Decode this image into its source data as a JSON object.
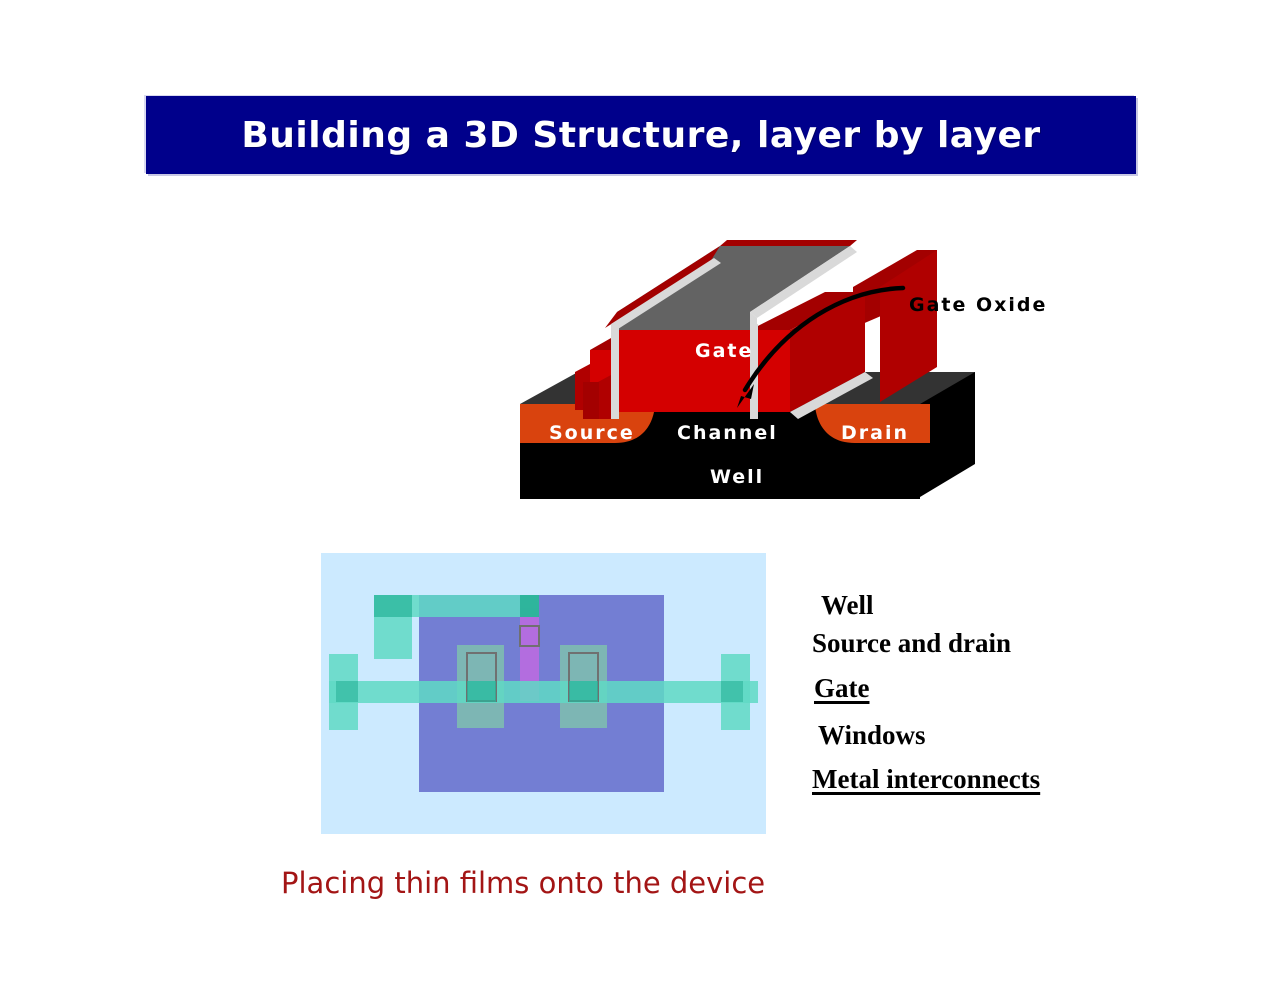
{
  "slide": {
    "title": "Building a 3D Structure, layer by layer",
    "caption": "Placing thin films onto the device",
    "colors": {
      "title_bg": "#00008B",
      "title_fg": "#FFFFFF",
      "caption_fg": "#A31515",
      "gate_red": "#D40000",
      "gate_red_dark": "#A30000",
      "gate_red_shade": "#B00000",
      "gate_top_gray": "#636363",
      "oxide_light": "#D9D9D9",
      "source_drain_orange": "#D9430E",
      "well_black": "#000000",
      "well_top_gray": "#333333",
      "layout_bg_blue": "#CCEAFF",
      "well_layer_blue": "#6B74CF",
      "diffusion_green": "#82BFB0",
      "metal_teal": "#5FD9C4",
      "metal_teal_dark": "#2BB39A",
      "gate_magenta": "#BC6BE0",
      "window_outline": "#707070"
    }
  },
  "mosfet": {
    "labels": {
      "gate": "Gate",
      "gate_oxide": "Gate Oxide",
      "source": "Source",
      "channel": "Channel",
      "drain": "Drain",
      "well": "Well"
    }
  },
  "legend": {
    "items": [
      {
        "id": "well",
        "label": "Well",
        "underline": false
      },
      {
        "id": "source_drain",
        "label": "Source and drain",
        "underline": false
      },
      {
        "id": "gate",
        "label": "Gate",
        "underline": true
      },
      {
        "id": "windows",
        "label": "Windows",
        "underline": false
      },
      {
        "id": "metal",
        "label": "Metal interconnects",
        "underline": true
      }
    ]
  }
}
